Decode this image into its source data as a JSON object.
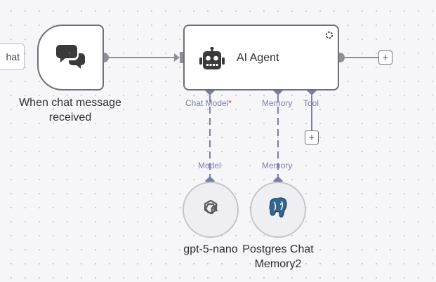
{
  "canvas": {
    "chat_button_label": "hat",
    "trigger": {
      "label": "When chat message received",
      "icon": "chat-bubbles-icon"
    },
    "agent": {
      "title": "AI Agent",
      "icon": "robot-icon",
      "ports": {
        "chat_model": "Chat Model",
        "chat_model_required": "*",
        "memory": "Memory",
        "tool": "Tool"
      }
    },
    "model_node": {
      "port_label": "Model",
      "label": "gpt-5-nano",
      "icon": "openai-icon"
    },
    "memory_node": {
      "port_label": "Memory",
      "label_line1": "Postgres Chat",
      "label_line2": "Memory2",
      "icon": "postgres-elephant-icon"
    },
    "add_button_symbol": "+"
  },
  "colors": {
    "canvas_bg": "#f6f6f8",
    "node_border": "#6f6f76",
    "connector": "#8e8e95",
    "sub_port": "#7a7fa8",
    "required": "#e0454f",
    "sub_node_bg": "#eeeef3"
  }
}
